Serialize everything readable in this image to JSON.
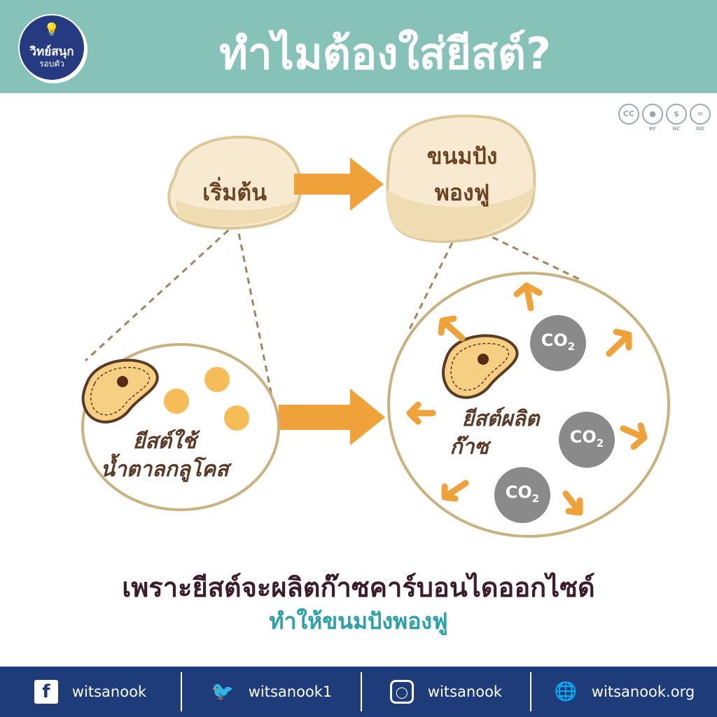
{
  "header": {
    "title": "ทำไมต้องใส่ยีสต์?",
    "logo_text_1": "วิทย์สนุก",
    "logo_text_2": "รอบตัว"
  },
  "license": {
    "badges": [
      "CC",
      "BY",
      "NC",
      "ND"
    ]
  },
  "diagram": {
    "start_label": "เริ่มต้น",
    "end_label_1": "ขนมปัง",
    "end_label_2": "พองฟู",
    "left_text_1": "ยีสต์ใช้",
    "left_text_2": "น้ำตาลกลูโคส",
    "right_text_1": "ยีสต์ผลิต",
    "right_text_2": "ก๊าซ",
    "co2_label": "CO",
    "co2_sub": "2"
  },
  "caption": {
    "line1": "เพราะยีสต์จะผลิตก๊าซคาร์บอนไดออกไซด์",
    "line2": "ทำให้ขนมปังพองฟู"
  },
  "footer": {
    "items": [
      {
        "icon": "facebook-icon",
        "label": "witsanook"
      },
      {
        "icon": "twitter-icon",
        "label": "witsanook1"
      },
      {
        "icon": "instagram-icon",
        "label": "witsanook"
      },
      {
        "icon": "globe-icon",
        "label": "witsanook.org"
      }
    ]
  },
  "colors": {
    "header": "#87c2b9",
    "footer": "#1e3b7a",
    "orange": "#f0a23a",
    "dough": "#f7ead0",
    "co2": "#8a8a8a"
  }
}
